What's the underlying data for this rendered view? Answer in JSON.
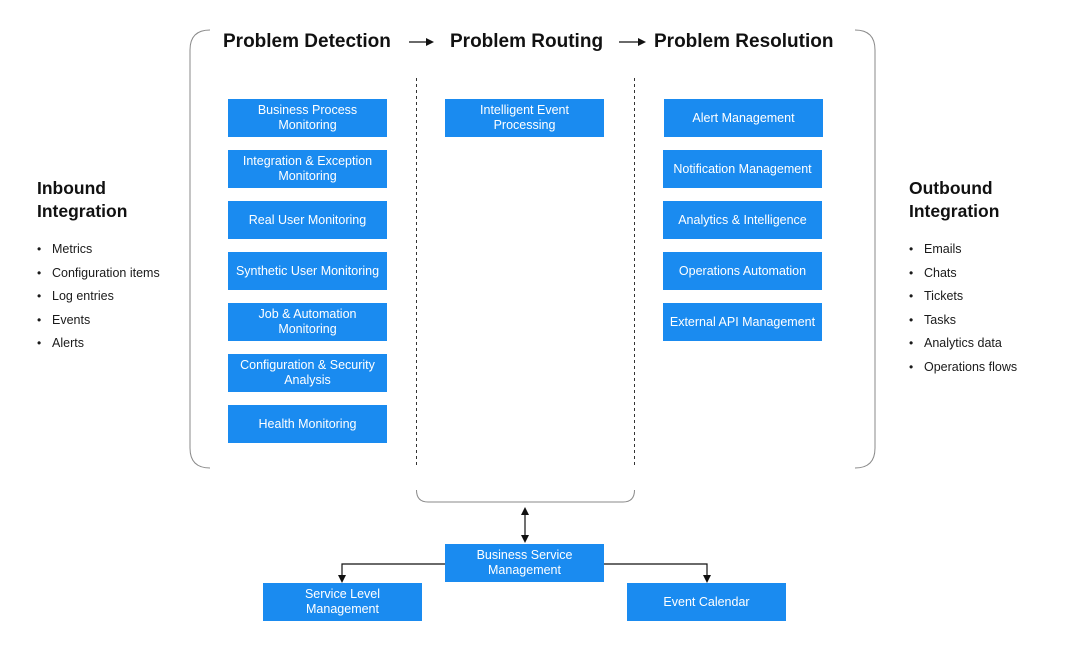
{
  "stages": {
    "detection": "Problem Detection",
    "routing": "Problem Routing",
    "resolution": "Problem Resolution"
  },
  "detection_boxes": [
    "Business Process Monitoring",
    "Integration & Exception Monitoring",
    "Real User Monitoring",
    "Synthetic User Monitoring",
    "Job & Automation Monitoring",
    "Configuration & Security Analysis",
    "Health Monitoring"
  ],
  "routing_boxes": [
    "Intelligent Event Processing"
  ],
  "resolution_boxes": [
    "Alert Management",
    "Notification Management",
    "Analytics & Intelligence",
    "Operations Automation",
    "External API Management"
  ],
  "inbound": {
    "title_line1": "Inbound",
    "title_line2": "Integration",
    "items": [
      "Metrics",
      "Configuration items",
      "Log entries",
      "Events",
      "Alerts"
    ]
  },
  "outbound": {
    "title_line1": "Outbound",
    "title_line2": "Integration",
    "items": [
      "Emails",
      "Chats",
      "Tickets",
      "Tasks",
      "Analytics data",
      "Operations flows"
    ]
  },
  "bottom": {
    "business_service": "Business Service Management",
    "service_level": "Service Level Management",
    "event_calendar": "Event Calendar"
  },
  "colors": {
    "box_fill": "#1a8bf0",
    "box_text": "#ffffff",
    "frame": "#8a8a8a",
    "arrow": "#111111"
  }
}
